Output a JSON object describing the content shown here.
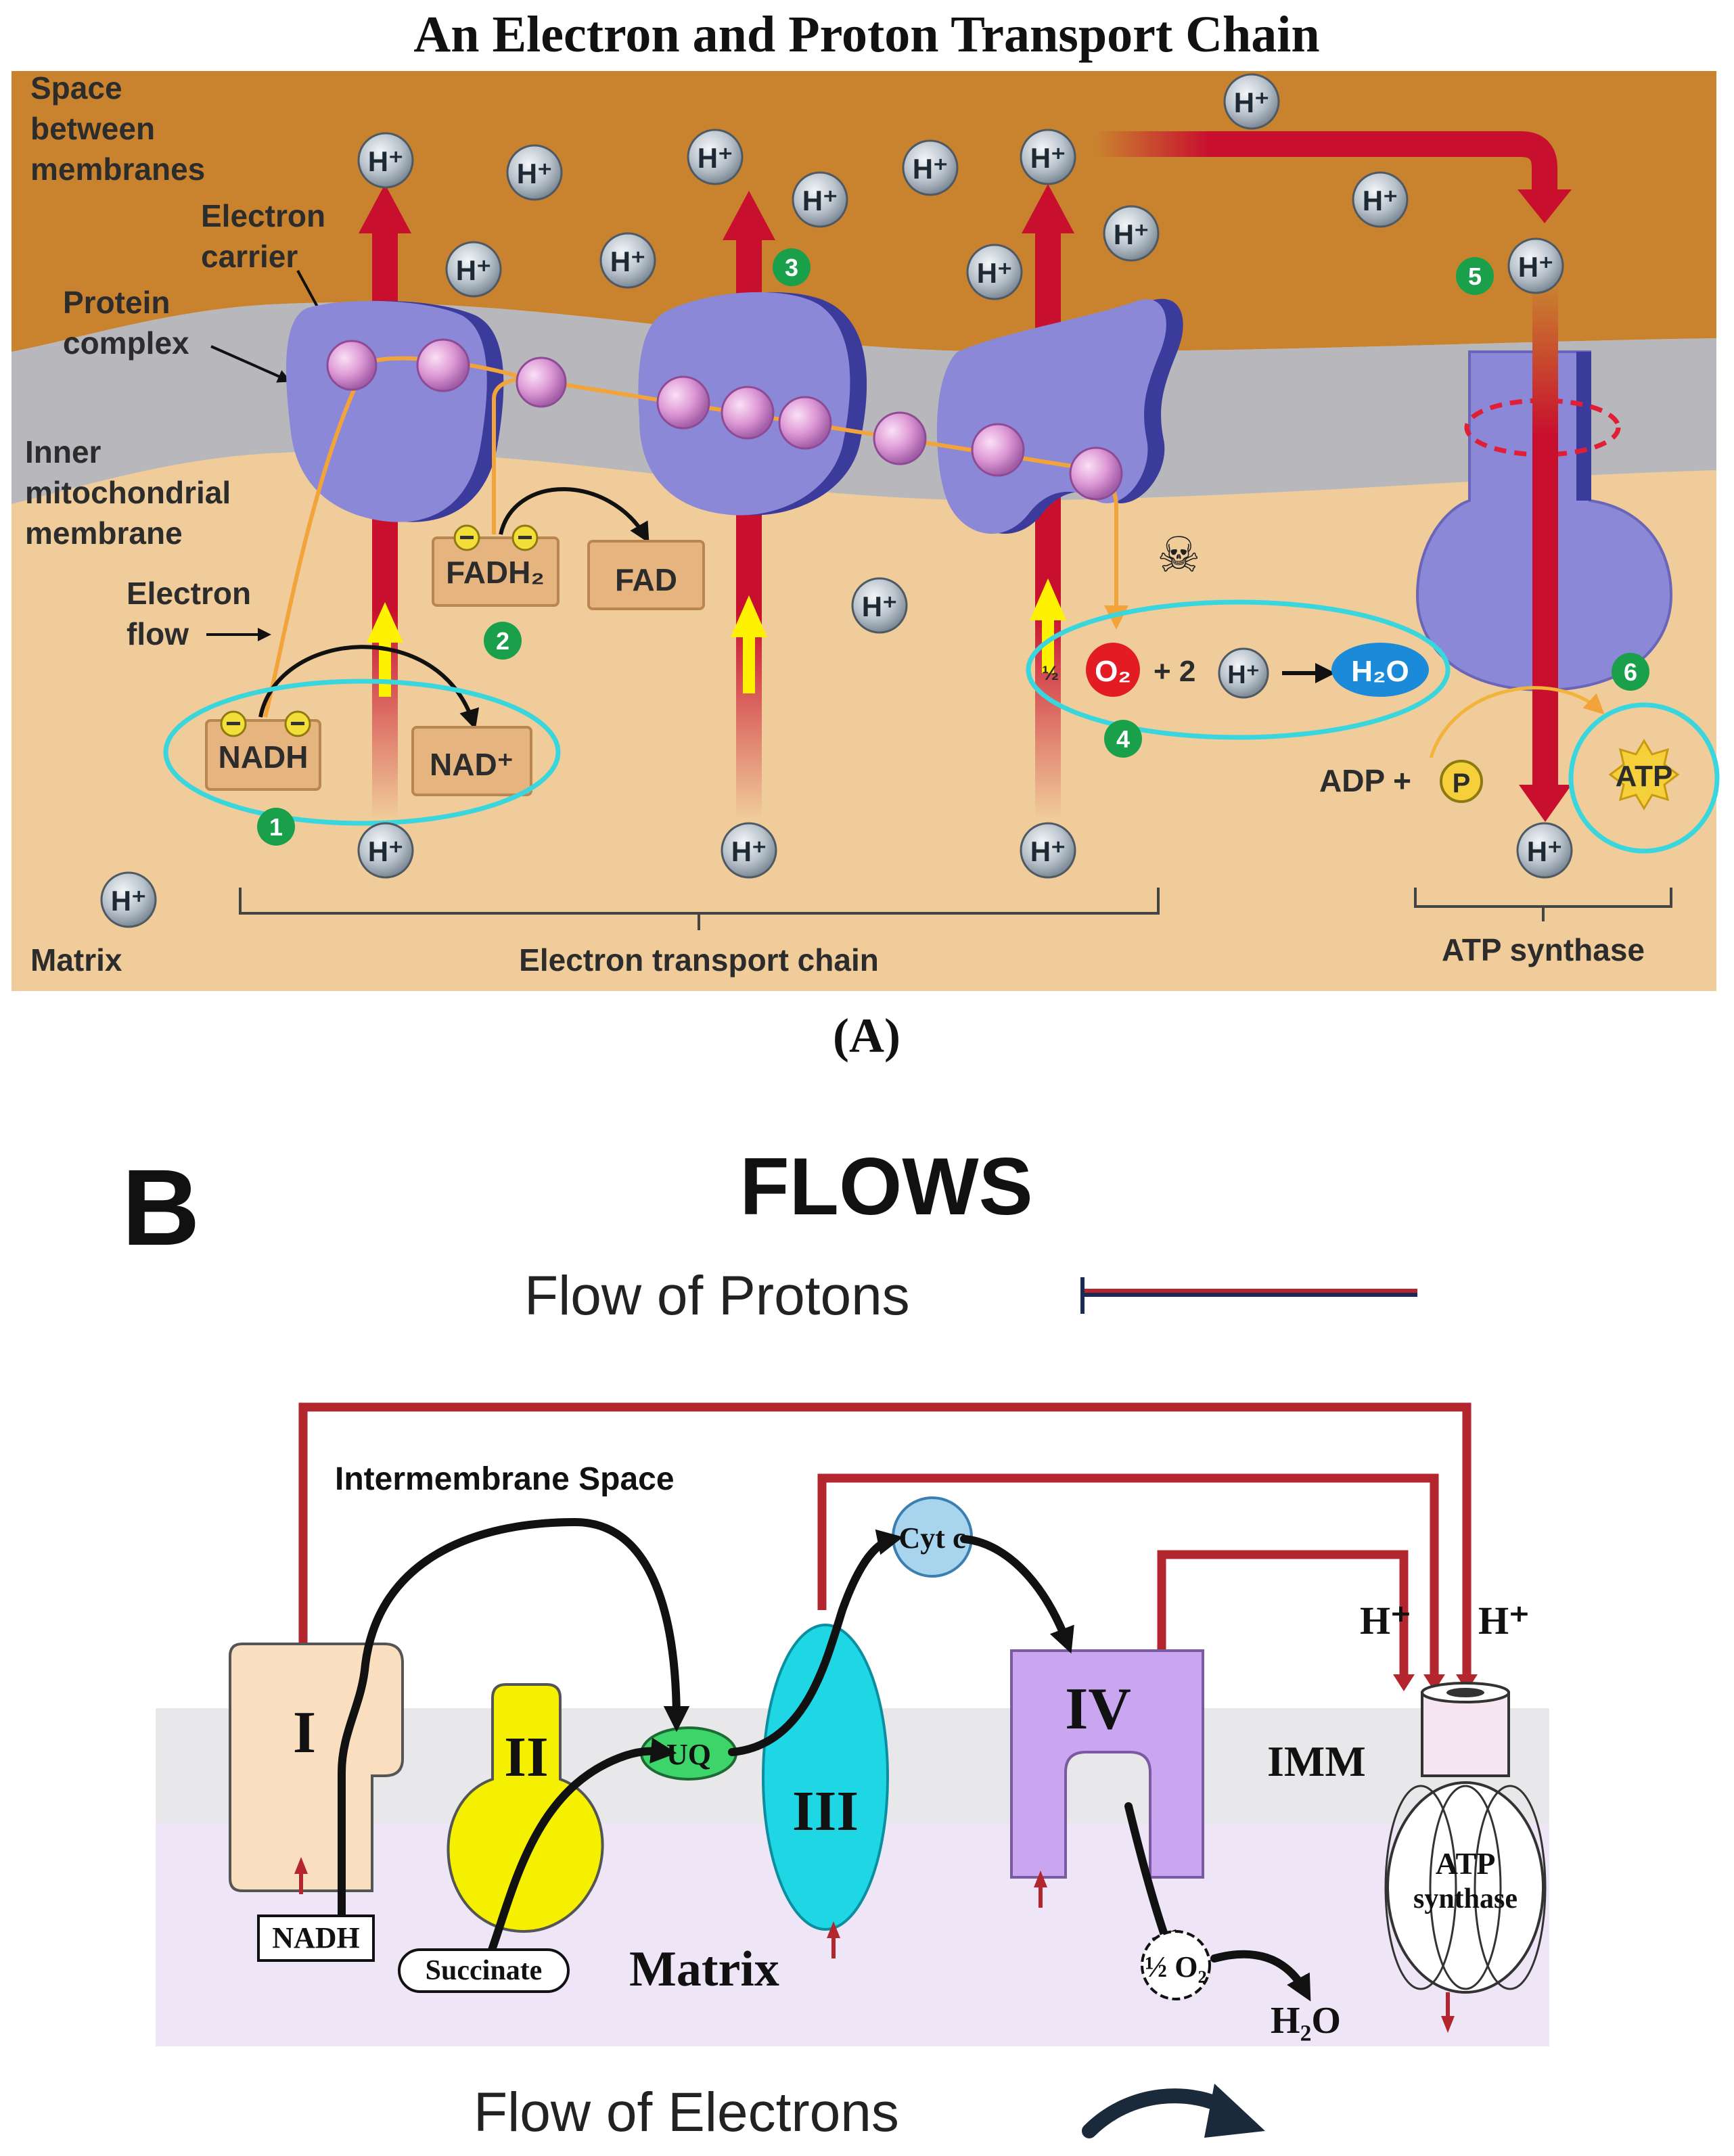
{
  "figure_a": {
    "title": "An Electron and Proton Transport Chain",
    "caption": "(A)",
    "labels": {
      "space_between_1": "Space",
      "space_between_2": "between",
      "space_between_3": "membranes",
      "electron_carrier_1": "Electron",
      "electron_carrier_2": "carrier",
      "protein_complex_1": "Protein",
      "protein_complex_2": "complex",
      "inner_membrane_1": "Inner",
      "inner_membrane_2": "mitochondrial",
      "inner_membrane_3": "membrane",
      "electron_flow_1": "Electron",
      "electron_flow_2": "flow",
      "matrix": "Matrix",
      "etc": "Electron transport chain",
      "atp_synthase": "ATP synthase"
    },
    "molecules": {
      "nadh": "NADH",
      "nad_plus": "NAD⁺",
      "fadh2": "FADH₂",
      "fad": "FAD",
      "o2": "O₂",
      "two": "+ 2",
      "half": "½",
      "h2o": "H₂O",
      "adp": "ADP +",
      "p": "P",
      "atp": "ATP",
      "proton": "H⁺"
    },
    "steps": [
      "1",
      "2",
      "3",
      "4",
      "5",
      "6"
    ]
  },
  "figure_b": {
    "letter": "B",
    "title": "FLOWS",
    "legend_protons": "Flow of Protons",
    "legend_electrons": "Flow of Electrons",
    "labels": {
      "intermembrane": "Intermembrane Space",
      "matrix": "Matrix",
      "imm": "IMM",
      "h_left": "H⁺",
      "h_right": "H⁺"
    },
    "complexes": {
      "c1": "I",
      "c2": "II",
      "c3": "III",
      "c4": "IV",
      "uq": "UQ",
      "cytc": "Cyt c",
      "atp_1": "ATP",
      "atp_2": "synthase"
    },
    "substrates": {
      "nadh": "NADH",
      "succinate": "Succinate",
      "o2": "½ O₂",
      "h2o": "H₂O"
    }
  },
  "colors": {
    "ims": "#c9832f",
    "membrane": "#b8b8bc",
    "matrix": "#f0cc9a",
    "complex": "#8c88d8",
    "proton_arrow": "#c8102e",
    "electron_path": "#f2a33a",
    "highlight": "#3ad6dd",
    "b_red": "#b3262d",
    "b_cyan": "#1fd6e4",
    "b_yellow": "#f4f000",
    "b_purple": "#c9a6ef",
    "b_beige": "#f9dfbf"
  }
}
